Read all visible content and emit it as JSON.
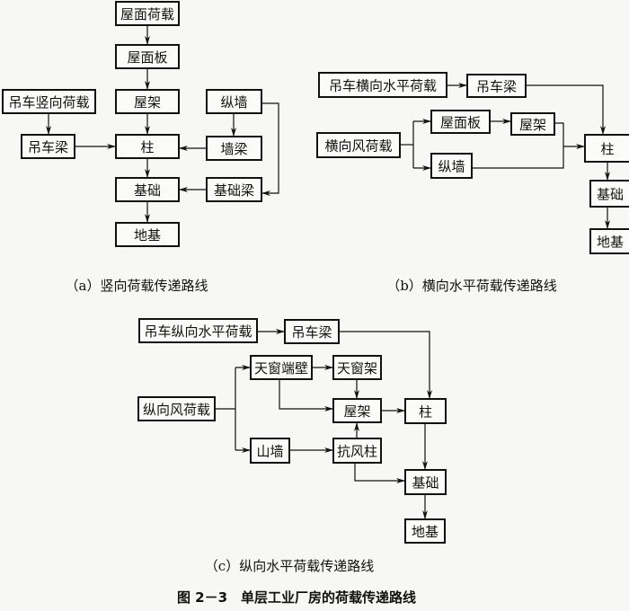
{
  "diagram_a": {
    "caption": "（a）竖向荷载传递路线",
    "nodes": {
      "roof_load": "屋面荷载",
      "roof_slab": "屋面板",
      "truss": "屋架",
      "crane_vertical_load": "吊车竖向荷载",
      "long_wall": "纵墙",
      "crane_beam": "吊车梁",
      "column": "柱",
      "wall_beam": "墙梁",
      "foundation": "基础",
      "foundation_beam": "基础梁",
      "subgrade": "地基"
    }
  },
  "diagram_b": {
    "caption": "（b）横向水平荷载传递路线",
    "nodes": {
      "crane_transverse_load": "吊车横向水平荷载",
      "crane_beam": "吊车梁",
      "roof_slab": "屋面板",
      "truss": "屋架",
      "transverse_wind": "横向风荷载",
      "long_wall": "纵墙",
      "column": "柱",
      "foundation": "基础",
      "subgrade": "地基"
    }
  },
  "diagram_c": {
    "caption": "（c）纵向水平荷载传递路线",
    "nodes": {
      "crane_longitudinal_load": "吊车纵向水平荷载",
      "crane_beam": "吊车梁",
      "skylight_end_wall": "天窗端壁",
      "skylight_frame": "天窗架",
      "longitudinal_wind": "纵向风荷载",
      "truss": "屋架",
      "column": "柱",
      "gable_wall": "山墙",
      "wind_column": "抗风柱",
      "foundation": "基础",
      "subgrade": "地基"
    }
  },
  "figure_title": "图 2－3　单层工业厂房的荷载传递路线"
}
